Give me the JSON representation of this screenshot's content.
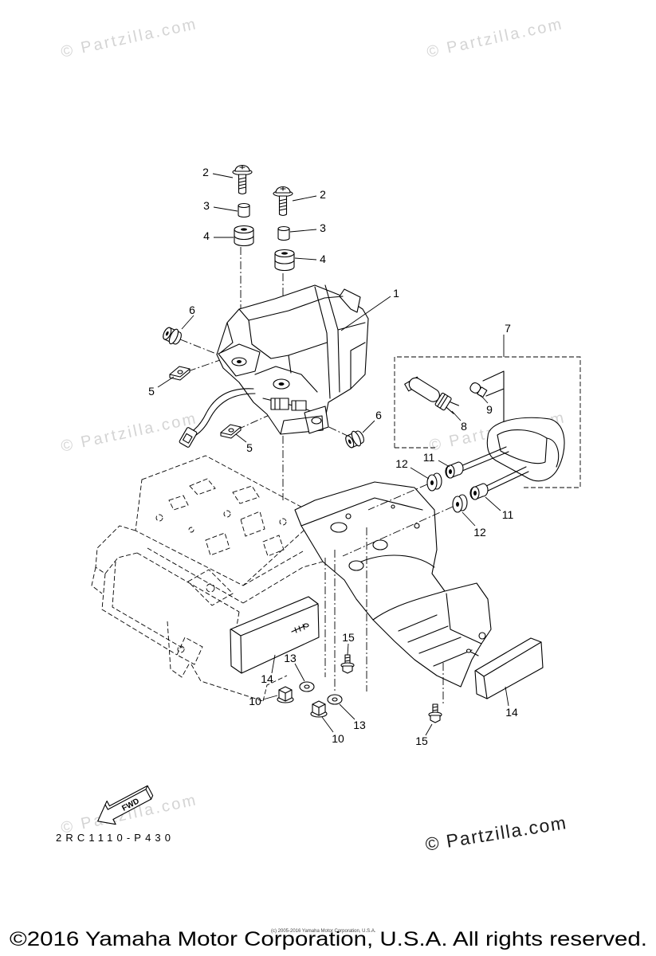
{
  "diagram": {
    "code": "2RC1110-P430",
    "fwd_label": "FWD",
    "callouts": [
      "2",
      "3",
      "4",
      "2",
      "3",
      "4",
      "1",
      "6",
      "5",
      "6",
      "5",
      "7",
      "9",
      "8",
      "11",
      "12",
      "11",
      "12",
      "15",
      "13",
      "14",
      "10",
      "13",
      "10",
      "14",
      "15"
    ]
  },
  "watermark": {
    "text": "© Partzilla.com"
  },
  "stamp": {
    "text": "© Partzilla.com"
  },
  "copyright": {
    "inner": "(c) 2005-2016 Yamaha Motor Corporation, U.S.A.",
    "footer": "©2016 Yamaha Motor Corporation, U.S.A. All rights reserved."
  },
  "colors": {
    "line": "#000000",
    "watermark": "#d4d4d4",
    "background": "#ffffff"
  }
}
